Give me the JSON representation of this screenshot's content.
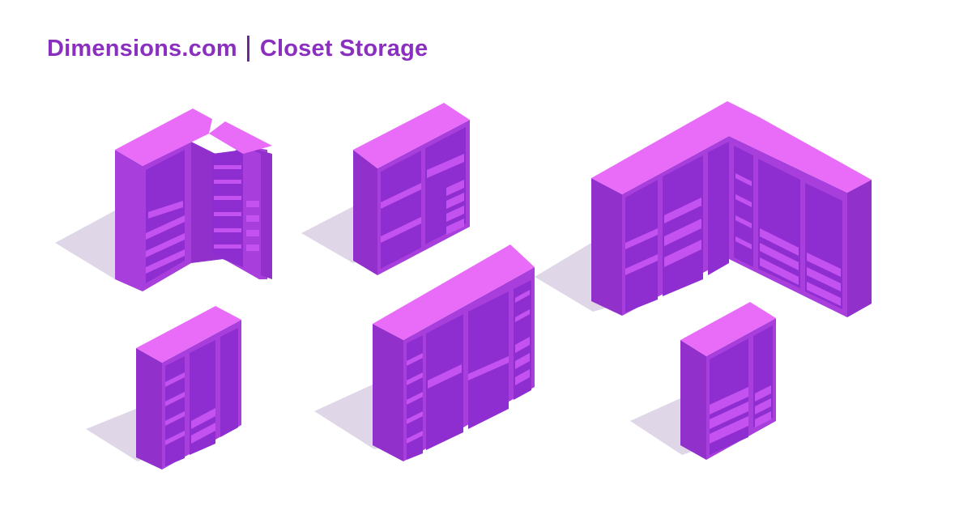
{
  "header": {
    "site_name": "Dimensions.com",
    "title": "Closet Storage"
  },
  "colors": {
    "brand": "#8a2fc0",
    "separator": "#6a2a92",
    "closet_top": "#e96cf8",
    "closet_front": "#a83fdc",
    "closet_side": "#9230cb",
    "closet_interior": "#8f2ed0",
    "closet_detail": "#c452f0",
    "shadow": "#d7cde2"
  },
  "illustration": {
    "closets": [
      {
        "id": "corner-closet",
        "icon": "corner-closet-icon"
      },
      {
        "id": "two-section-closet",
        "icon": "two-section-closet-icon"
      },
      {
        "id": "l-shaped-closet",
        "icon": "l-shaped-closet-icon"
      },
      {
        "id": "narrow-closet",
        "icon": "narrow-closet-icon"
      },
      {
        "id": "wide-closet",
        "icon": "wide-closet-icon"
      },
      {
        "id": "compact-drawer-closet",
        "icon": "compact-drawer-closet-icon"
      }
    ]
  }
}
